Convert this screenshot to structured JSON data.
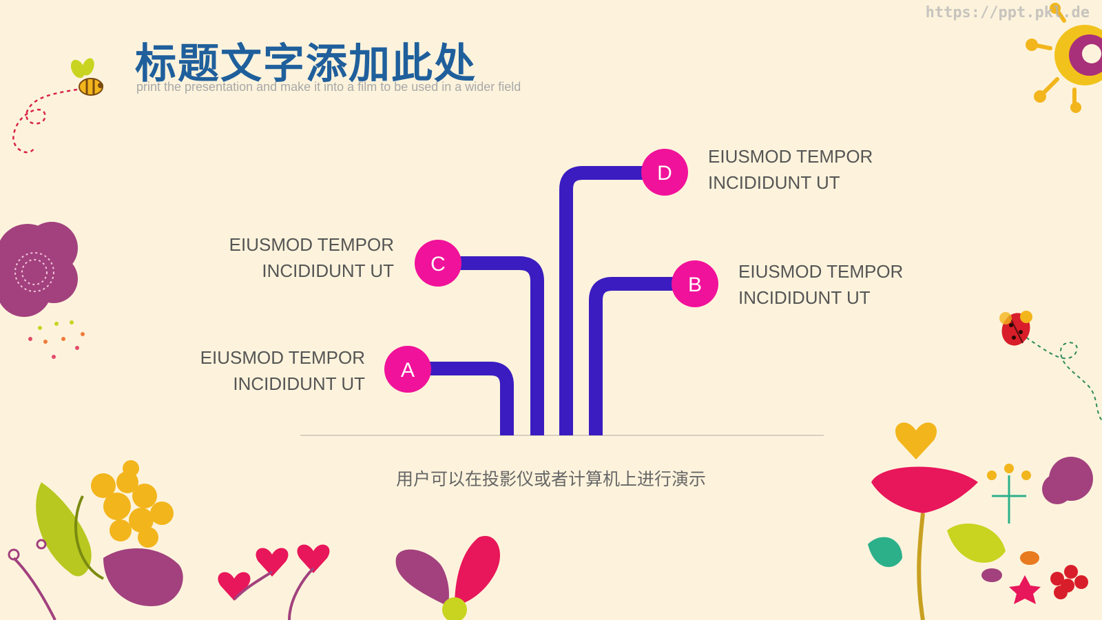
{
  "slide": {
    "title": "标题文字添加此处",
    "subtitle": "print the presentation and make it into a film to be used in a wider field",
    "watermark": "https://ppt.pkl.de",
    "caption": "用户可以在投影仪或者计算机上进行演示"
  },
  "nodes": [
    {
      "letter": "A",
      "line1": "EIUSMOD TEMPOR",
      "line2": "INCIDIDUNT UT"
    },
    {
      "letter": "B",
      "line1": "EIUSMOD TEMPOR",
      "line2": "INCIDIDUNT UT"
    },
    {
      "letter": "C",
      "line1": "EIUSMOD TEMPOR",
      "line2": "INCIDIDUNT UT"
    },
    {
      "letter": "D",
      "line1": "EIUSMOD TEMPOR",
      "line2": "INCIDIDUNT UT"
    }
  ],
  "colors": {
    "background": "#fdf3dc",
    "title": "#1f5f9c",
    "stem": "#3a1cc0",
    "node": "#f0129a",
    "text": "#555555"
  },
  "icons": [
    "bee-icon",
    "sun-icon",
    "ladybug-icon",
    "cloud-flower-icon",
    "flower-cluster-icon"
  ]
}
